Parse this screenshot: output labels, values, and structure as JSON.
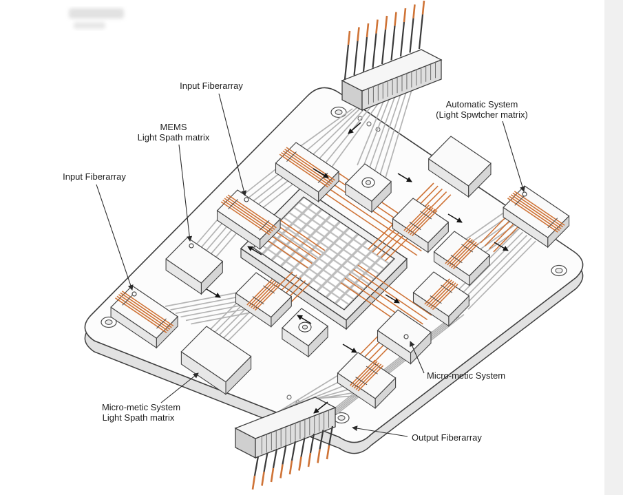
{
  "diagram": {
    "labels": {
      "input_fiberarray_top": "Input Fiberarray",
      "mems_matrix_line1": "MEMS",
      "mems_matrix_line2": "Light Spath matrix",
      "input_fiberarray_left": "Input Fiberarray",
      "automatic_system_line1": "Automatic System",
      "automatic_system_line2": "(Light Spwtcher matrix)",
      "micro_metic_system": "Micro-metic System",
      "micro_metic_matrix_line1": "Micro-metic System",
      "micro_metic_matrix_line2": "Light Spath matrix",
      "output_fiberarray": "Output Fiberarray"
    },
    "colors": {
      "fiber_orange": "#cf7336",
      "line_dark": "#3f3f3f",
      "gray_fiber": "#b3b3b3",
      "board_fill": "#fcfcfc"
    }
  }
}
